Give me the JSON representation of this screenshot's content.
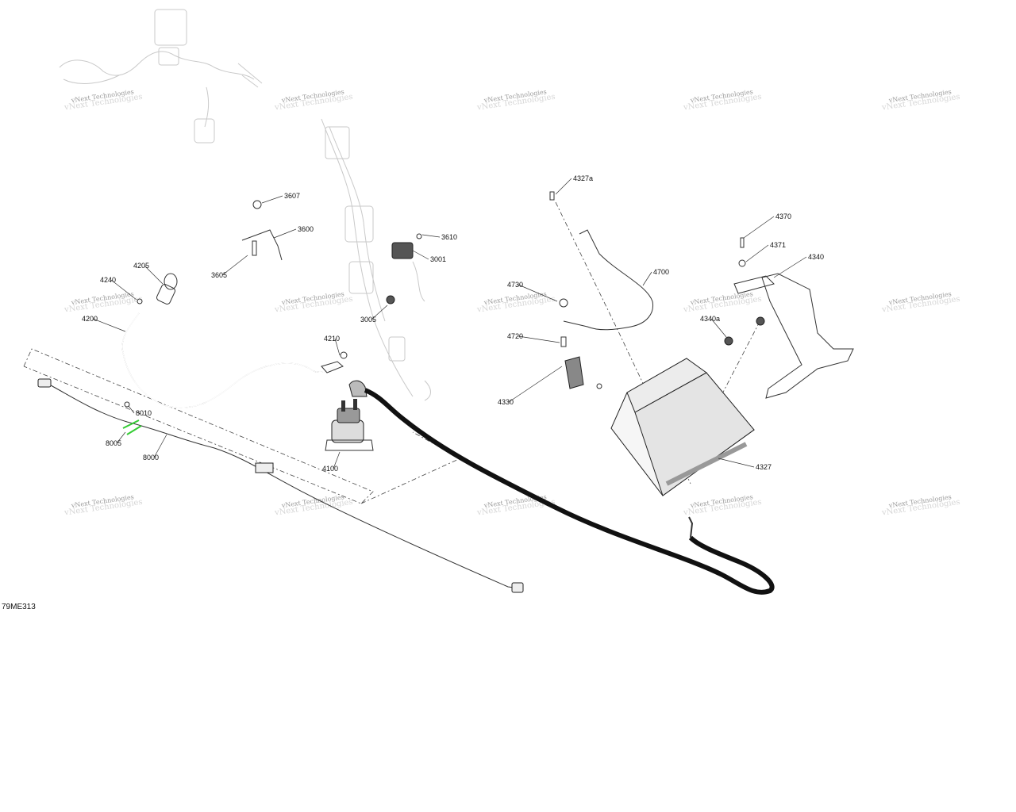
{
  "diagram_code": "79ME313",
  "watermark": "vNext Technologies",
  "callouts": [
    {
      "label": "3607"
    },
    {
      "label": "3600"
    },
    {
      "label": "3605"
    },
    {
      "label": "3610"
    },
    {
      "label": "3001"
    },
    {
      "label": "3005"
    },
    {
      "label": "4205"
    },
    {
      "label": "4240"
    },
    {
      "label": "4200"
    },
    {
      "label": "4210"
    },
    {
      "label": "4100"
    },
    {
      "label": "8010"
    },
    {
      "label": "8005"
    },
    {
      "label": "8000"
    },
    {
      "label": "4327a"
    },
    {
      "label": "4700"
    },
    {
      "label": "4730"
    },
    {
      "label": "4720"
    },
    {
      "label": "4330"
    },
    {
      "label": "4327"
    },
    {
      "label": "4370"
    },
    {
      "label": "4371"
    },
    {
      "label": "4340"
    },
    {
      "label": "4340a"
    }
  ],
  "colors": {
    "highlight": "#33cc33",
    "line": "#333333",
    "ghost": "#c9c9c9"
  }
}
